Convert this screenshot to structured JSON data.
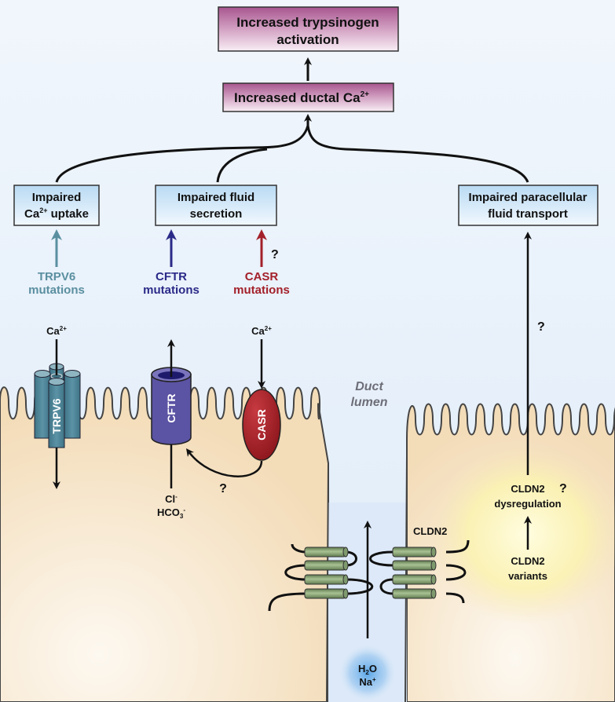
{
  "top_boxes": {
    "trypsinogen": {
      "line1": "Increased trypsinogen",
      "line2": "activation"
    },
    "ductal_ca": {
      "text": "Increased ductal Ca",
      "sup": "2+"
    }
  },
  "mechanism_boxes": {
    "ca_uptake": {
      "line1": "Impaired",
      "line2_main": "Ca",
      "line2_sup": "2+",
      "line2_rest": " uptake"
    },
    "fluid_secretion": {
      "line1": "Impaired fluid",
      "line2": "secretion"
    },
    "paracellular": {
      "line1": "Impaired paracellular",
      "line2": "fluid transport"
    }
  },
  "mutations": [
    {
      "gene": "TRPV6",
      "label": "mutations",
      "color": "#5a8fa0"
    },
    {
      "gene": "CFTR",
      "label": "mutations",
      "color": "#2a2a88"
    },
    {
      "gene": "CASR",
      "label": "mutations",
      "color": "#a3202a"
    }
  ],
  "question_mark": "?",
  "ions": {
    "ca": "Ca",
    "ca_sup": "2+",
    "cl": "Cl",
    "cl_sup": "-",
    "hco3": "HCO",
    "hco3_sub": "3",
    "hco3_sup": "-",
    "h2o_h": "H",
    "h2o_sub": "2",
    "h2o_o": "O",
    "na": "Na",
    "na_sup": "+"
  },
  "proteins": {
    "trpv6": "TRPV6",
    "cftr": "CFTR",
    "casr": "CASR",
    "cldn2": "CLDN2"
  },
  "duct_lumen": {
    "line1": "Duct",
    "line2": "lumen"
  },
  "cldn2_panel": {
    "dysregulation_line1": "CLDN2",
    "dysregulation_line2": "dysregulation",
    "variants_line1": "CLDN2",
    "variants_line2": "variants"
  },
  "colors": {
    "top_box_fill": "#a8568f",
    "mech_box_fill": "#bcdcf3",
    "cell_fill": "#f3dcb8",
    "lumen_fill": "#e4f0fb",
    "trpv6_fill": "#4f8799",
    "cftr_fill": "#5b53a3",
    "casr_fill": "#991a22",
    "cldn2_fill": "#7f9a6e"
  }
}
